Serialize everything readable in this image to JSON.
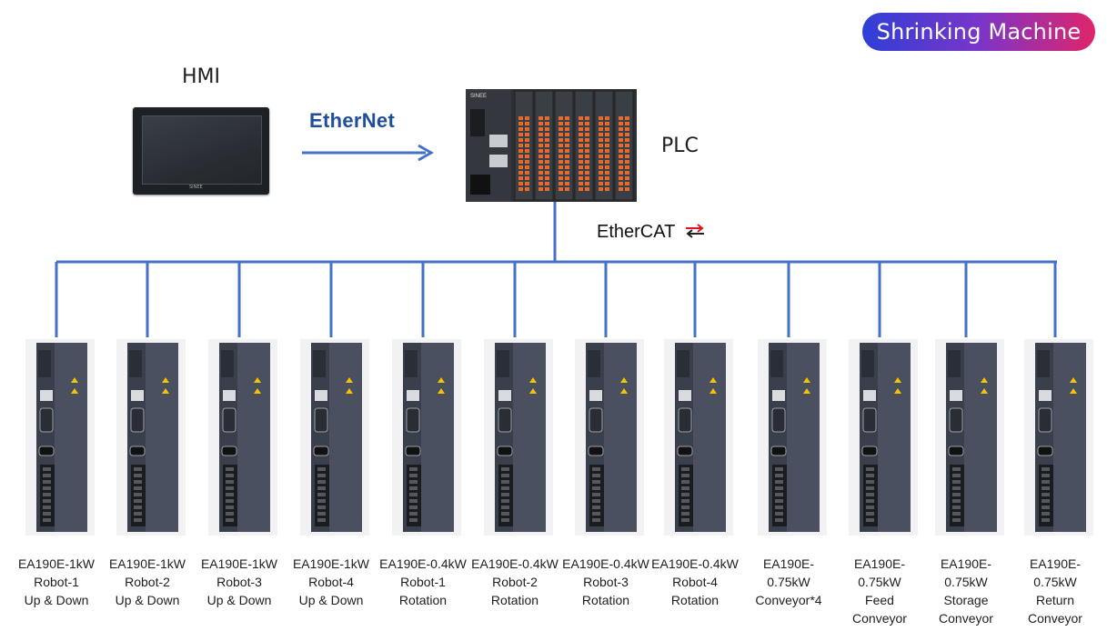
{
  "title": "Shrinking Machine",
  "hmi": {
    "label": "HMI",
    "brand": "SINEE"
  },
  "plc": {
    "label": "PLC",
    "brand": "SINEE"
  },
  "protocols": {
    "ethernet": "EtherNet",
    "ethercat": "EtherCAT"
  },
  "colors": {
    "bus": "#4472c4",
    "badge_start": "#2f3fd6",
    "badge_end": "#e0246a"
  },
  "drives": [
    {
      "lines": [
        "EA190E-1kW",
        "Robot-1",
        "Up & Down"
      ]
    },
    {
      "lines": [
        "EA190E-1kW",
        "Robot-2",
        "Up & Down"
      ]
    },
    {
      "lines": [
        "EA190E-1kW",
        "Robot-3",
        "Up & Down"
      ]
    },
    {
      "lines": [
        "EA190E-1kW",
        "Robot-4",
        "Up & Down"
      ]
    },
    {
      "lines": [
        "EA190E-0.4kW",
        "Robot-1",
        "Rotation"
      ]
    },
    {
      "lines": [
        "EA190E-0.4kW",
        "Robot-2",
        "Rotation"
      ]
    },
    {
      "lines": [
        "EA190E-0.4kW",
        "Robot-3",
        "Rotation"
      ]
    },
    {
      "lines": [
        "EA190E-0.4kW",
        "Robot-4",
        "Rotation"
      ]
    },
    {
      "lines": [
        "EA190E-",
        "0.75kW",
        "Conveyor*4"
      ]
    },
    {
      "lines": [
        "EA190E-",
        "0.75kW",
        "Feed",
        "Conveyor"
      ]
    },
    {
      "lines": [
        "EA190E-",
        "0.75kW",
        "Storage",
        "Conveyor"
      ]
    },
    {
      "lines": [
        "EA190E-",
        "0.75kW",
        "Return",
        "Conveyor"
      ]
    }
  ]
}
